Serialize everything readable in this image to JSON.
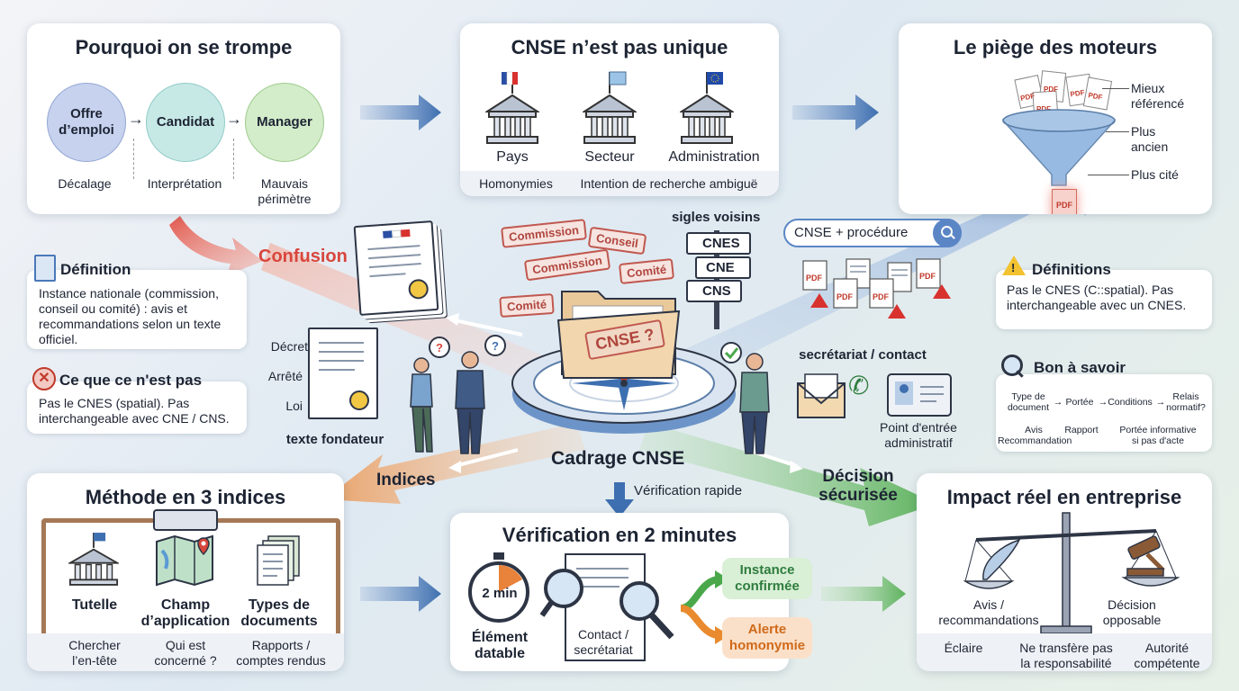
{
  "why": {
    "title": "Pourquoi on se trompe",
    "nodes": [
      "Offre\nd’emploi",
      "Candidat",
      "Manager"
    ],
    "captions": [
      "Décalage",
      "Interprétation",
      "Mauvais\npérimètre"
    ]
  },
  "notunique": {
    "title": "CNSE n’est pas unique",
    "labels": [
      "Pays",
      "Secteur",
      "Administration"
    ],
    "strip": [
      "Homonymies",
      "Intention de recherche ambiguë"
    ]
  },
  "engines": {
    "title": "Le piège des moteurs",
    "labels": [
      "Mieux\nréférencé",
      "Plus\nancien",
      "Plus cité"
    ],
    "pdf": "PDF"
  },
  "center": {
    "confusion": "Confusion",
    "stamps": [
      "Commission",
      "Conseil",
      "Commission",
      "Comité",
      "Comité"
    ],
    "folder": "CNSE ?",
    "signs_title": "sigles voisins",
    "signs": [
      "CNES",
      "CNE",
      "CNS"
    ],
    "search": "CNSE + procédure",
    "docs": [
      "Décret",
      "Arrêté",
      "Loi"
    ],
    "doc_caption": "texte fondateur",
    "contact_title": "secrétariat / contact",
    "contact_caption": "Point d'entrée\nadministratif",
    "compass": "Cadrage CNSE",
    "indices": "Indices",
    "decision": "Décision\nsécurisée",
    "quick": "Vérification rapide"
  },
  "definition": {
    "title": "Définition",
    "body": "Instance nationale (commission, conseil ou comité) : avis et recommandations selon un texte officiel."
  },
  "notthis": {
    "title": "Ce que ce n'est pas",
    "body": "Pas le CNES (spatial). Pas interchangeable avec CNE / CNS."
  },
  "definitions": {
    "title": "Définitions",
    "body": "Pas le CNES (C::spatial). Pas interchangeable avec un CNES."
  },
  "goodtoknow": {
    "title": "Bon à savoir",
    "flow": [
      "Type de\ndocument",
      "Portée",
      "Conditions",
      "Relais\nnormatif?"
    ],
    "captions": [
      "Avis\nRecommandation",
      "Rapport",
      "Portée informative\nsi pas d'acte"
    ]
  },
  "method": {
    "title": "Méthode en 3 indices",
    "labels": [
      "Tutelle",
      "Champ\nd’application",
      "Types de\ndocuments"
    ],
    "strip": [
      "Chercher\nl’en-tête",
      "Qui est\nconcerné ?",
      "Rapports /\ncomptes rendus"
    ]
  },
  "verify": {
    "title": "Vérification en 2 minutes",
    "timer": "2 min",
    "timer_label": "Élément\ndatable",
    "doc_label": "Contact /\nsecrétariat",
    "ok": "Instance\nconfirmée",
    "alert": "Alerte\nhomonymie"
  },
  "impact": {
    "title": "Impact réel en entreprise",
    "left": "Avis /\nrecommandations",
    "right": "Décision\nopposable",
    "strip": [
      "Éclaire",
      "Ne transfère pas\nla responsabilité",
      "Autorité\ncompétente"
    ]
  }
}
